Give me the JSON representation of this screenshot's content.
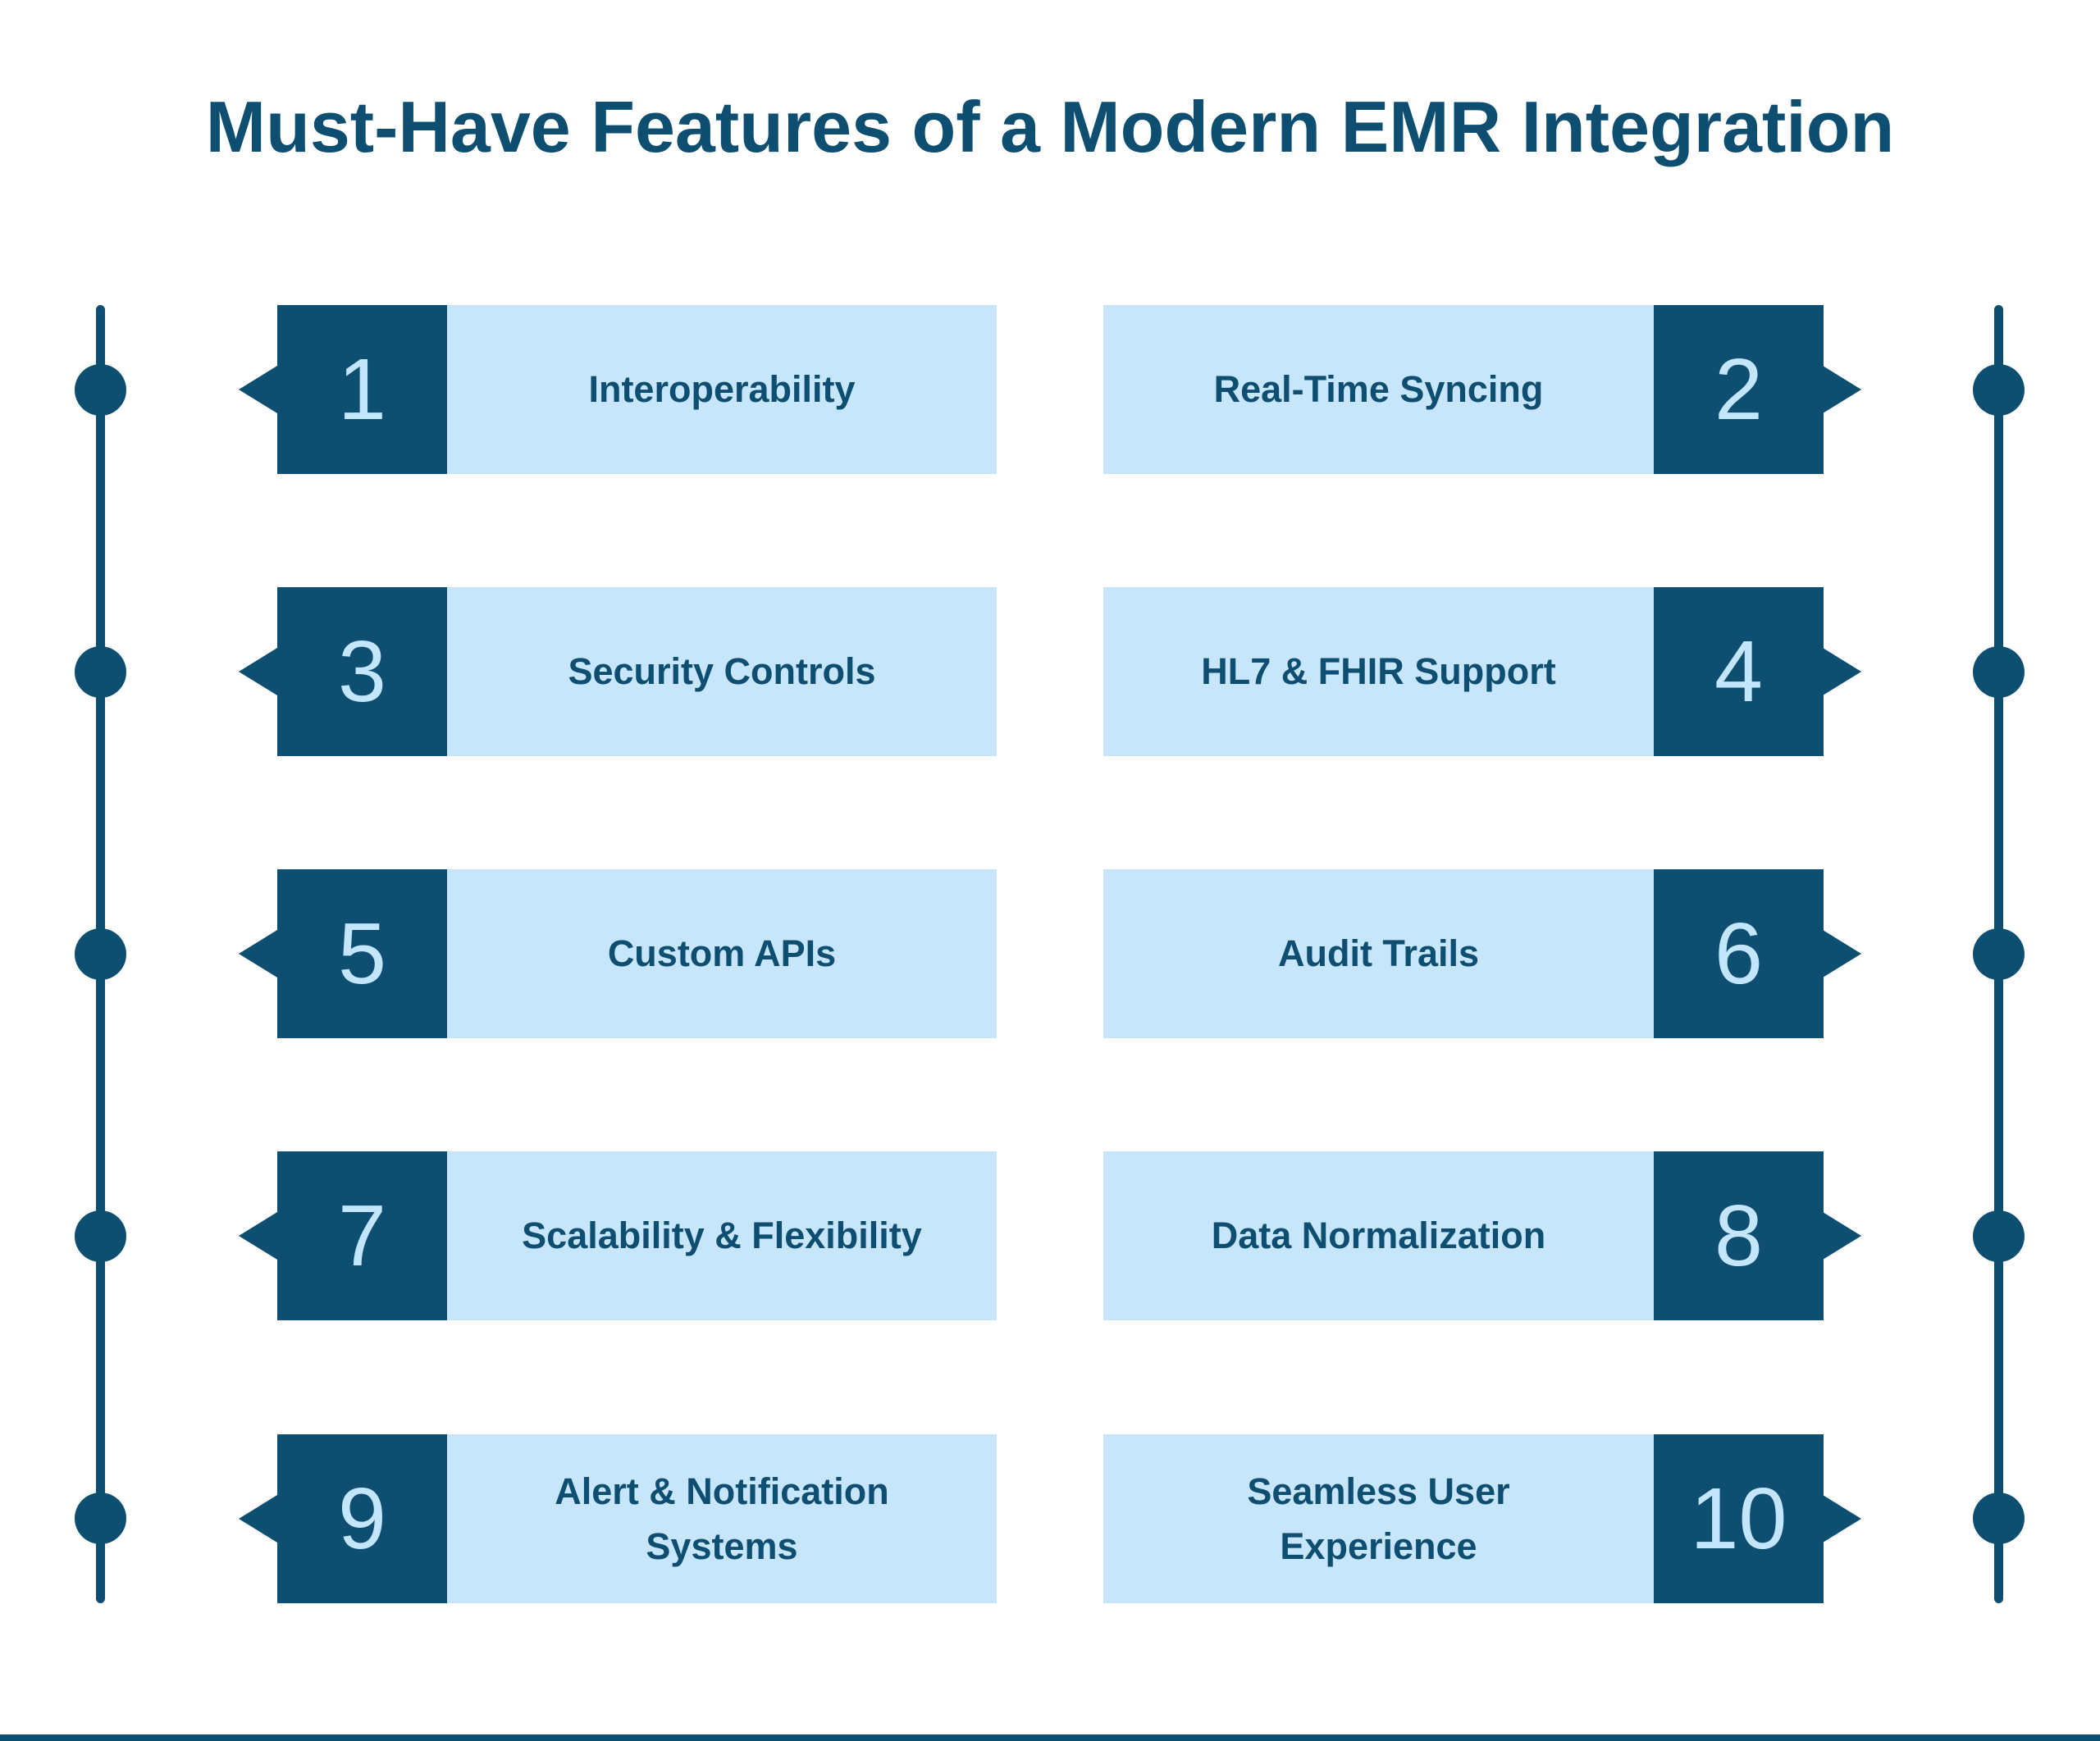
{
  "title": "Must-Have Features of a Modern EMR Integration",
  "colors": {
    "dark_blue": "#0d4e71",
    "light_blue": "#c7e6fb",
    "number_text": "#c3e6fd",
    "background": "#ffffff"
  },
  "items": [
    {
      "number": "1",
      "label": "Interoperability",
      "side": "left"
    },
    {
      "number": "2",
      "label": "Real-Time Syncing",
      "side": "right"
    },
    {
      "number": "3",
      "label": "Security Controls",
      "side": "left"
    },
    {
      "number": "4",
      "label": "HL7 & FHIR Support",
      "side": "right"
    },
    {
      "number": "5",
      "label": "Custom APIs",
      "side": "left"
    },
    {
      "number": "6",
      "label": "Audit Trails",
      "side": "right"
    },
    {
      "number": "7",
      "label": "Scalability & Flexibility",
      "side": "left"
    },
    {
      "number": "8",
      "label": "Data Normalization",
      "side": "right"
    },
    {
      "number": "9",
      "label": "Alert & Notification\nSystems",
      "side": "left"
    },
    {
      "number": "10",
      "label": "Seamless User\nExperience",
      "side": "right"
    }
  ]
}
